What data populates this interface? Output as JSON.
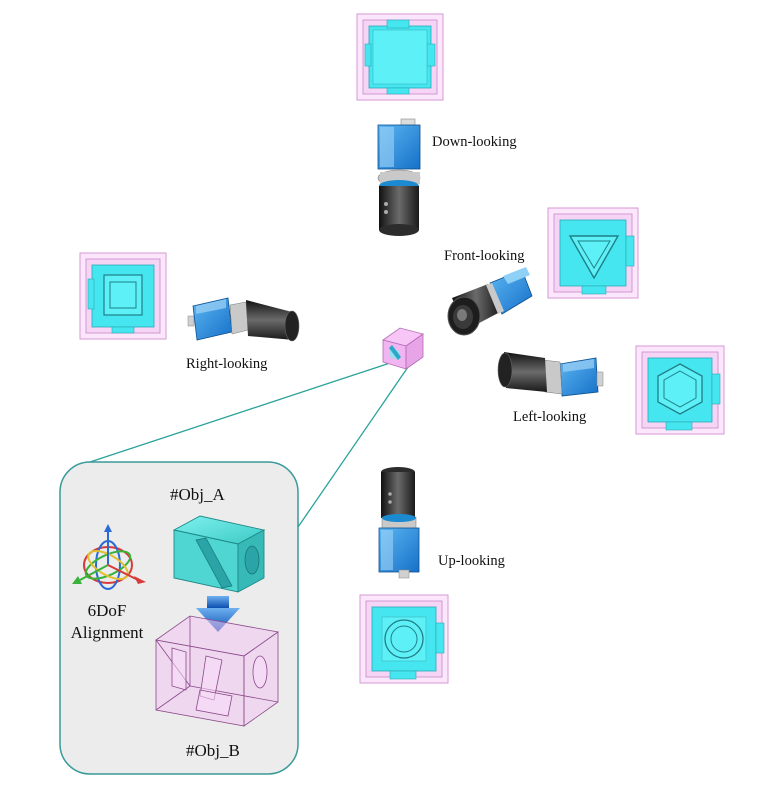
{
  "labels": {
    "down": "Down-looking",
    "front": "Front-looking",
    "right": "Right-looking",
    "left": "Left-looking",
    "up": "Up-looking"
  },
  "inset": {
    "obj_a": "#Obj_A",
    "obj_b": "#Obj_B",
    "dof_line1": "6DoF",
    "dof_line2": "Alignment"
  },
  "colors": {
    "cyan": "#46e6f0",
    "pink_frame": "#f6d4f6",
    "camera_body": "#1f8de0",
    "lens": "#2a2a2a",
    "inset_bg": "#ececec",
    "inset_border": "#3a9a9a",
    "connector": "#2aa29a",
    "arrow": "#1668c8"
  }
}
